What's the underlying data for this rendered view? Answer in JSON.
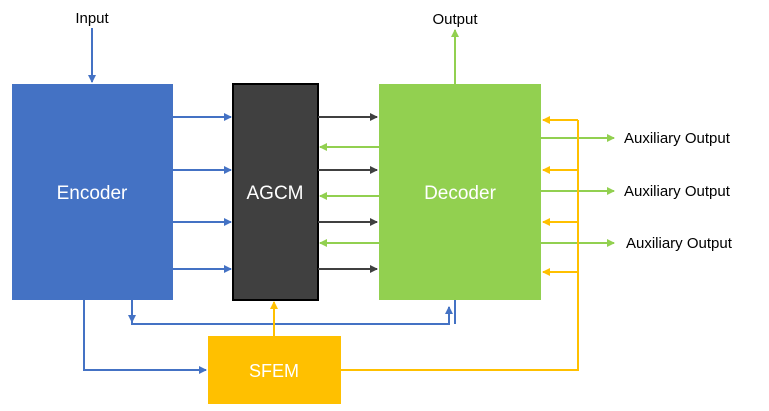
{
  "diagram": {
    "input_label": "Input",
    "output_label": "Output",
    "encoder_label": "Encoder",
    "agcm_label": "AGCM",
    "decoder_label": "Decoder",
    "sfem_label": "SFEM",
    "auxiliary_outputs": [
      "Auxiliary Output",
      "Auxiliary Output",
      "Auxiliary Output"
    ]
  },
  "colors": {
    "encoder": "#4472C4",
    "agcm": "#404040",
    "decoder": "#92D050",
    "sfem": "#FFC000",
    "blue_arrow": "#4472C4",
    "dark_arrow": "#404040",
    "green_arrow": "#92D050",
    "yellow_arrow": "#FFC000"
  }
}
